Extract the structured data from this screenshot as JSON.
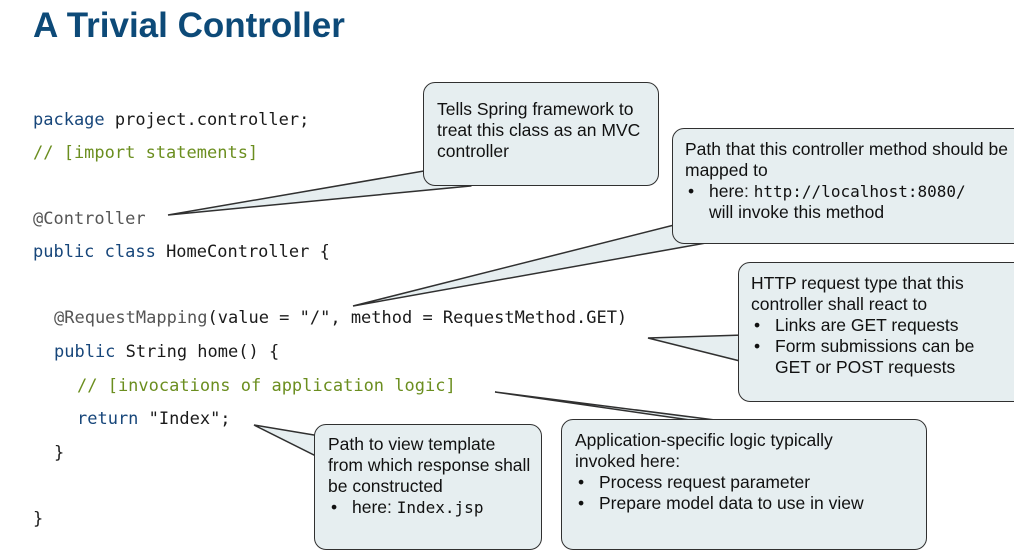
{
  "slide": {
    "title": "A Trivial Controller"
  },
  "code": {
    "line1_kw": "package",
    "line1_rest": " project.controller;",
    "line2": "// [import statements]",
    "line3": "@Controller",
    "line4_kw": "public class",
    "line4_rest": " HomeController {",
    "line5": "@RequestMapping(value = \"/\", method = RequestMethod.GET)",
    "line6_kw": "public",
    "line6_rest": " String home() {",
    "line7": "// [invocations of application logic]",
    "line8_kw": "return",
    "line8_rest": " \"Index\";",
    "line9": "}",
    "line10": "}"
  },
  "callouts": {
    "controller": {
      "text": "Tells Spring framework to treat this class as an MVC controller"
    },
    "path": {
      "text": "Path that this controller method should be mapped to",
      "bullet_prefix": "here: ",
      "bullet_code": "http://localhost:8080/",
      "bullet_suffix": "will invoke this method"
    },
    "http": {
      "text": "HTTP request type that this controller shall react to",
      "bullet1": "Links are GET requests",
      "bullet2": "Form submissions can be GET or POST requests"
    },
    "view": {
      "text": "Path to view template from which response shall be constructed",
      "bullet_prefix": "here: ",
      "bullet_code": "Index.jsp"
    },
    "logic": {
      "text": "Application-specific logic typically invoked here:",
      "bullet1": "Process request parameter",
      "bullet2": "Prepare model data to use in view"
    }
  },
  "colors": {
    "title": "#0d4a78",
    "keyword": "#17467a",
    "comment": "#6b8e1f",
    "callout_fill": "#e6eef0"
  }
}
